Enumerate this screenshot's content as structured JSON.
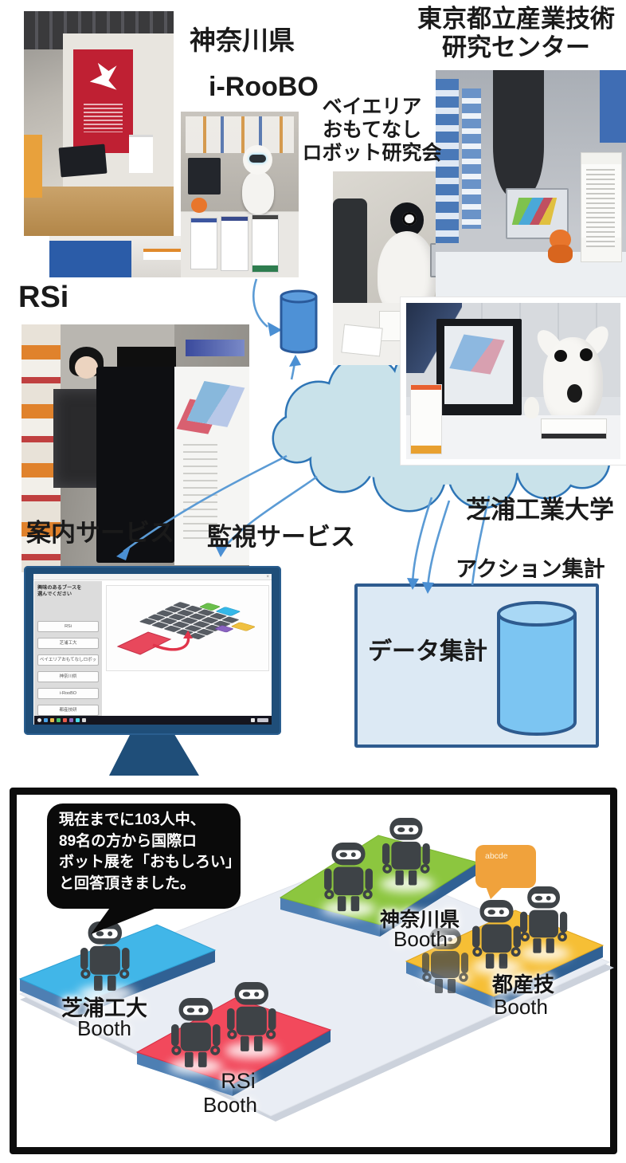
{
  "figure": {
    "top_labels": {
      "kanagawa": "神奈川県",
      "tokyo_line1": "東京都立産業技術",
      "tokyo_line2": "研究センター",
      "iroobo": "i-RooBO",
      "bay_line1": "ベイエリア",
      "bay_line2": "おもてなし",
      "bay_line3": "ロボット研究会",
      "rsi": "RSi",
      "shibaura": "芝浦工業大学"
    },
    "services": {
      "guide": "案内サービス",
      "monitor": "監視サービス",
      "action_agg": "アクション集計",
      "data_agg": "データ集計"
    }
  },
  "guide_app": {
    "prompt_line1": "興味のあるブースを",
    "prompt_line2": "選んでください",
    "window_close": "×",
    "buttons": [
      "RSi",
      "芝浦工大",
      "ベイエリアおもてなしロボット研究会",
      "神奈川県",
      "i-RooBO",
      "都産技研"
    ]
  },
  "floor_map": {
    "black_bubble": {
      "line1": "現在までに103人中、",
      "line2": "89名の方から国際ロ",
      "line3": "ボット展を「おもしろい」",
      "line4": "と回答頂きました。"
    },
    "orange_bubble": "abcde",
    "booth_word": "Booth",
    "booths": [
      {
        "name": "芝浦工大",
        "color": "#41b6e8",
        "robots": 1
      },
      {
        "name": "RSi",
        "color": "#f2495c",
        "robots": 2
      },
      {
        "name": "神奈川県",
        "color": "#8cc63f",
        "robots": 2
      },
      {
        "name": "都産技",
        "color": "#f6bf35",
        "robots": 3
      }
    ]
  },
  "colors": {
    "cloud_fill": "#c9e2ea",
    "cloud_stroke": "#2e75b6",
    "arrow": "#5b9bd5",
    "cylinder_small": "#4e91d6",
    "cylinder_large": "#7cc5f2",
    "data_box_fill": "#dce9f4",
    "data_box_border": "#2e5b8f",
    "monitor_frame": "#1f4e79",
    "robot": "#3e4347",
    "floor": "#e9edf4",
    "black_bubble": "#0a0a0a",
    "orange_bubble": "#f0a23c"
  }
}
